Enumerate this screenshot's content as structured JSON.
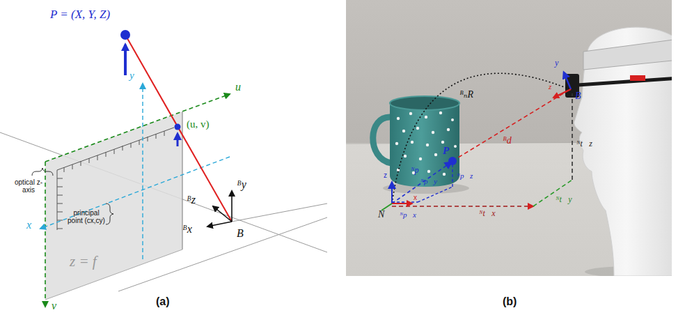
{
  "diagram": {
    "labels": [
      "P = (X, Y, Z)",
      "u",
      "y",
      "(u, v)",
      "optical z-axis",
      "x",
      "principal point (cx,cy)",
      "z = f",
      "v",
      "ᴮy",
      "ᴮz",
      "ᴮx",
      "B",
      "(a)",
      "y",
      "B",
      "z",
      "ᴮₙR⃗",
      "ᴮd⃗",
      "P",
      "ᴺp⃗",
      "ᴺp⃗z",
      "ᴺp⃗y",
      "ᴺp⃗x",
      "ᴺt⃗x",
      "ᴺt⃗y",
      "ᴺt⃗z",
      "N",
      "z",
      "x",
      "(b)"
    ]
  }
}
